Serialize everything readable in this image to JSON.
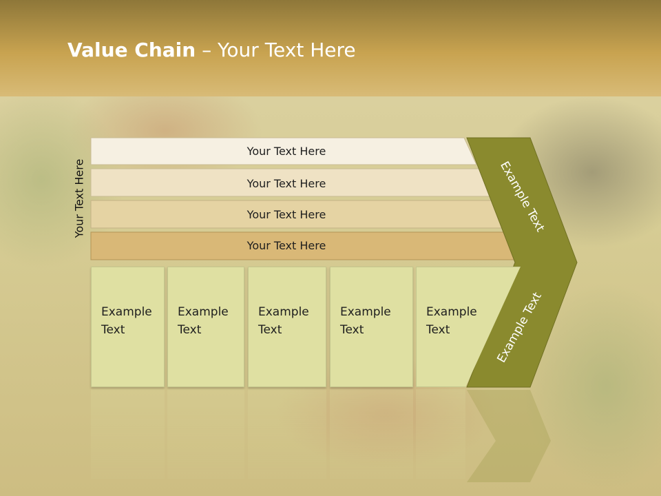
{
  "slide": {
    "title_bold": "Value Chain",
    "title_rest": " – Your Text Here",
    "side_label": "Your Text Here"
  },
  "bars": [
    {
      "label": "Your Text Here",
      "color": "#f6f0e2"
    },
    {
      "label": "Your Text Here",
      "color": "#efe2c4"
    },
    {
      "label": "Your Text Here",
      "color": "#e5d3a3"
    },
    {
      "label": "Your Text Here",
      "color": "#d9b877"
    }
  ],
  "columns": [
    {
      "text": "Example\nText"
    },
    {
      "text": "Example\nText"
    },
    {
      "text": "Example\nText"
    },
    {
      "text": "Example\nText"
    },
    {
      "text": "Example\nText"
    }
  ],
  "chevron": {
    "top_label": "Example Text",
    "bottom_label": "Example Text",
    "color": "#8a8a2e"
  },
  "colors": {
    "header_band": "#c9a24e",
    "column_fill": "#dfe0a2"
  }
}
